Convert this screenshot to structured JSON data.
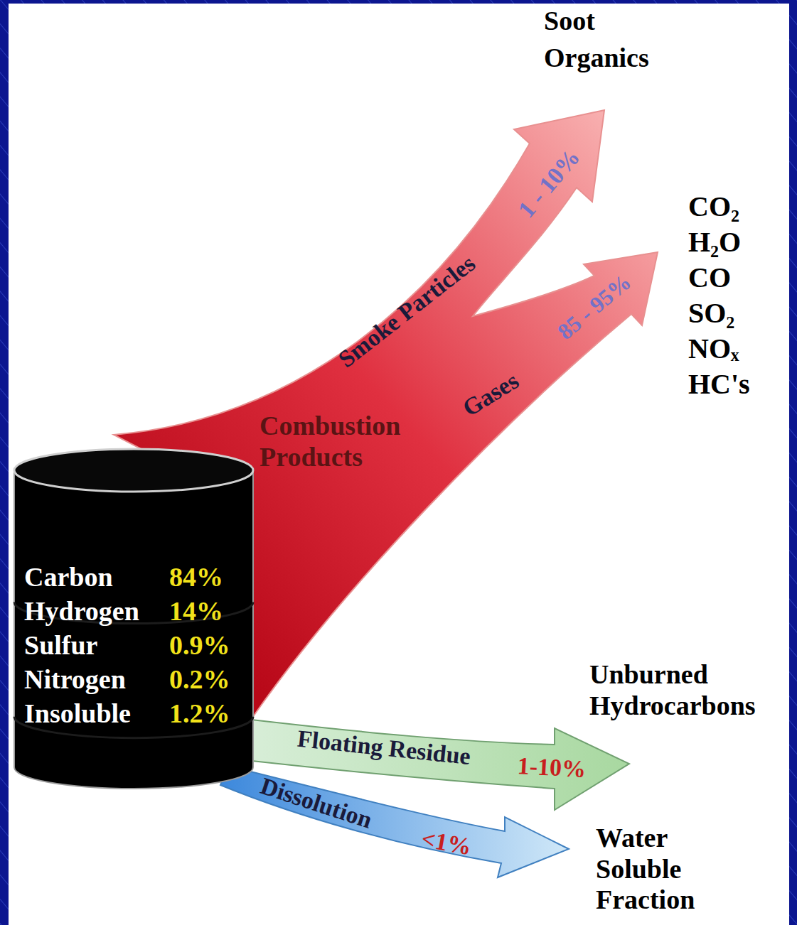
{
  "diagram": {
    "nodes": [
      {
        "text": [
          "Carbon",
          "84%",
          "Hydrogen",
          "14%",
          "Sulfur",
          "0.9%",
          "Nitrogen",
          "0.2%",
          "Insoluble",
          "1.2%"
        ]
      }
    ],
    "labels": [
      "Soot",
      "Organics",
      "Smoke Particles",
      "1 - 10%",
      "CO₂",
      "H₂O",
      "CO",
      "SO₂",
      "NOₓ",
      "HC's",
      "Gases",
      "85 - 95%",
      "Combustion Products",
      "Unburned Hydrocarbons",
      "Floating Residue",
      "1-10%",
      "Dissolution",
      "<1%",
      "Water Soluble Fraction"
    ]
  }
}
